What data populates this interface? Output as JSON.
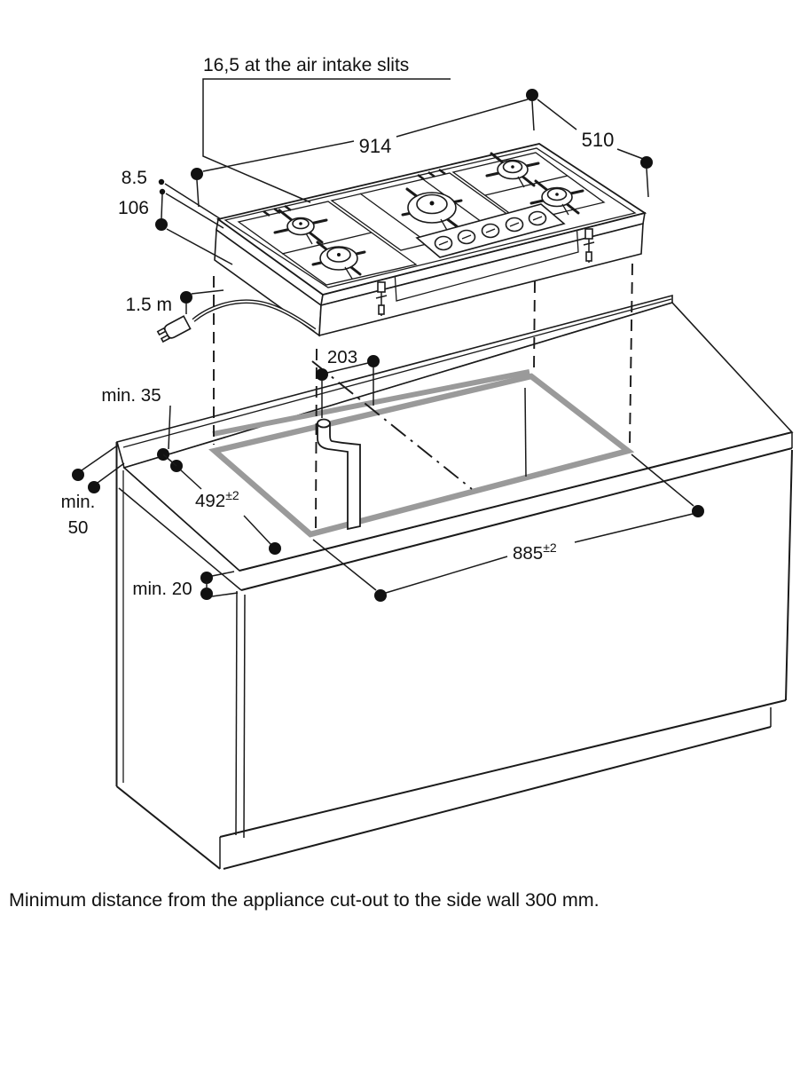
{
  "figure": {
    "type": "appliance installation dimension drawing",
    "caption": "Minimum distance from the appliance cut-out to the side wall 300 mm.",
    "annotations": {
      "air_intake": "16,5 at the air intake slits",
      "appliance_width": "914",
      "appliance_depth": "510",
      "rim_height": "8.5",
      "appliance_height": "106",
      "cable_length": "1.5 m",
      "gas_connection_offset": "203",
      "rear_clearance": "min. 35",
      "left_clearance_line1": "min.",
      "left_clearance_line2": "50",
      "worktop_thickness": "min. 20",
      "cutout_depth": {
        "value": "492",
        "tolerance": "±2"
      },
      "cutout_width": {
        "value": "885",
        "tolerance": "±2"
      }
    },
    "colors": {
      "line": "#1a1a1a",
      "cutout_outline": "#9a9a9a",
      "background": "#ffffff"
    }
  }
}
